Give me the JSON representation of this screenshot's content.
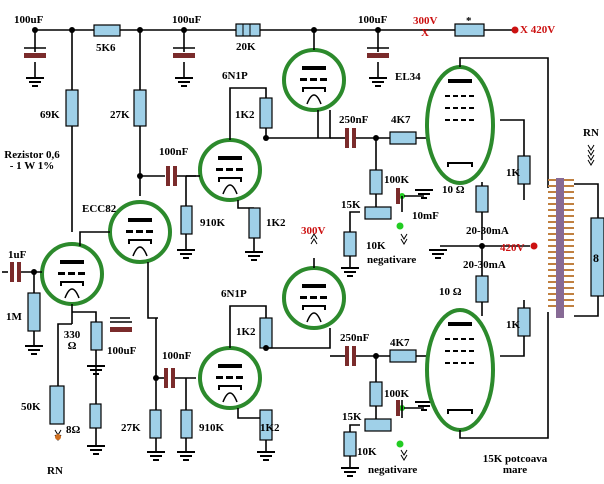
{
  "labels": {
    "supply_cap_1": "100uF",
    "supply_cap_2": "100uF",
    "supply_cap_3": "100uF",
    "res_5k6": "5K6",
    "res_20k": "20K",
    "v300_top": "300V",
    "x_mark": "X",
    "star_mark": "*",
    "v420_top": "X 420V",
    "tube_6n1p_top": "6N1P",
    "tube_el34": "EL34",
    "res_69k": "69K",
    "res_27k_top": "27K",
    "res_1k2_a": "1K2",
    "cap_250nf_top": "250nF",
    "res_4k7_top": "4K7",
    "res_1k_top": "1K",
    "rn_top": "RN",
    "note_rezistor": "Rezistor 0,6 - 1 W 1%",
    "cap_100nf_a": "100nF",
    "res_100k_top": "100K",
    "res_10ohm_top": "10 Ω",
    "tube_ecc82": "ECC82",
    "res_910k_a": "910K",
    "res_1k2_b": "1K2",
    "res_15k_top": "15K",
    "cap_10mf": "10mF",
    "current_top": "20-30mA",
    "res_10k_top": "10K",
    "neg_top": "negativare",
    "v300_mid": "300V",
    "v420_mid": "420V",
    "current_bot": "20-30mA",
    "out_8": "8",
    "cap_1uf": "1uF",
    "res_1m": "1M",
    "tube_6n1p_bot": "6N1P",
    "res_10ohm_bot": "10 Ω",
    "res_330": "330 Ω",
    "cap_100uf_cath": "100uF",
    "res_1k2_c": "1K2",
    "cap_250nf_bot": "250nF",
    "res_4k7_bot": "4K7",
    "res_1k_bot": "1K",
    "cap_100nf_b": "100nF",
    "res_100k_bot": "100K",
    "res_50k": "50K",
    "res_15k_bot": "15K",
    "res_8ohm": "8Ω",
    "res_27k_bot": "27K",
    "res_910k_b": "910K",
    "res_1k2_d": "1K2",
    "res_10k_bot": "10K",
    "neg_bot": "negativare",
    "note_potcoava": "15K potcoava mare",
    "rn_bot": "RN"
  },
  "colors": {
    "wire": "#000000",
    "resistor_fill": "#9fd0e8",
    "capacitor_plate": "#7a2b2b",
    "tube_outline": "#2c8a2c",
    "tube_fill": "#ffffff",
    "electrode": "#000000",
    "supply_red": "#cc1111",
    "node_green": "#22cc22",
    "pot_dot": "#d07020",
    "transformer_core": "#7a5a8a",
    "transformer_wire": "#c08040"
  }
}
